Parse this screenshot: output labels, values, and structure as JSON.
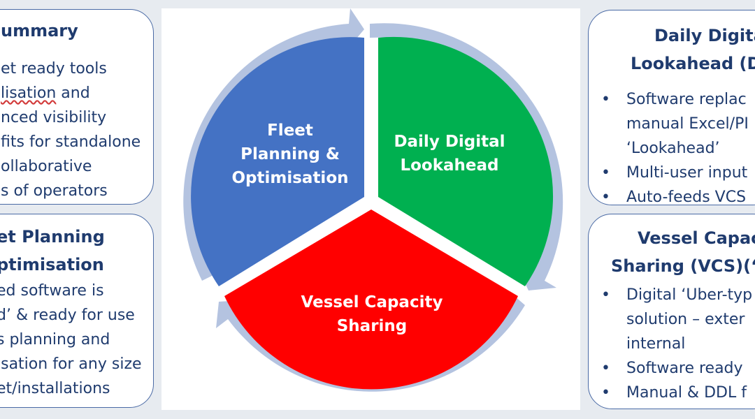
{
  "left_cards": {
    "summary": {
      "title": "ummary",
      "lines": [
        "et ready tools",
        "lisation",
        " and",
        "nced visibility",
        "fits for standalone",
        "ollaborative",
        "s of operators"
      ]
    },
    "fleet": {
      "title_line1": "et Planning",
      "title_line2": "ptimisation",
      "lines": [
        "ed software is",
        "d’ & ready for use",
        "s planning and",
        "isation for any size",
        "et/installations"
      ]
    }
  },
  "right_cards": {
    "ddl": {
      "title_line1": "Daily Digita",
      "title_line2": "Lookahead (D",
      "bullets": [
        "Software replac",
        "manual Excel/PI",
        "‘Lookahead’",
        "Multi-user input",
        "Auto-feeds VCS"
      ]
    },
    "vcs": {
      "title_line1": "Vessel Capac",
      "title_line2": "Sharing (VCS)(‘U",
      "bullets": [
        "Digital ‘Uber-typ",
        "solution – exter",
        "internal",
        "Software ready",
        "Manual & DDL f"
      ]
    }
  },
  "cycle": {
    "segments": {
      "fleet": {
        "line1": "Fleet",
        "line2": "Planning &",
        "line3": "Optimisation",
        "color": "#4472c4"
      },
      "ddl": {
        "line1": "Daily Digital",
        "line2": "Lookahead",
        "color": "#00b050"
      },
      "vcs": {
        "line1": "Vessel Capacity",
        "line2": "Sharing",
        "color": "#ff0000"
      }
    },
    "arrow_color": "#b4c3e0",
    "divider_color": "#ffffff"
  }
}
